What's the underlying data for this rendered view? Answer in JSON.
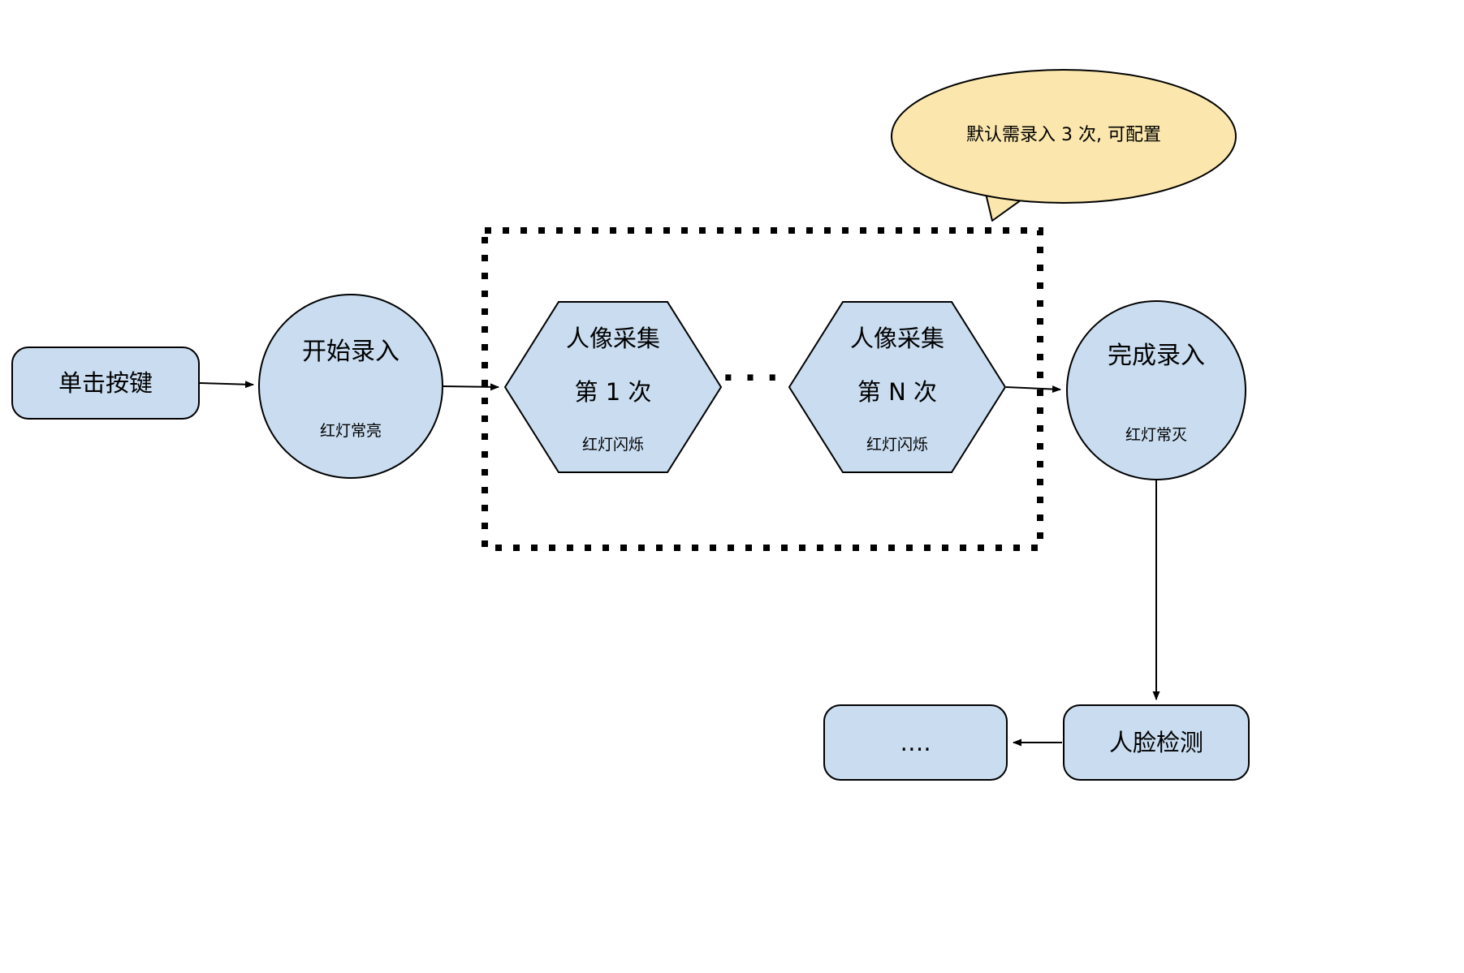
{
  "nodes": {
    "click_button": {
      "label": "单击按键"
    },
    "start": {
      "title": "开始录入",
      "subtitle": "红灯常亮"
    },
    "capture_first": {
      "line1": "人像采集",
      "line2": "第 1 次",
      "subtitle": "红灯闪烁"
    },
    "capture_nth": {
      "line1": "人像采集",
      "line2": "第 N 次",
      "subtitle": "红灯闪烁"
    },
    "finish": {
      "title": "完成录入",
      "subtitle": "红灯常灭"
    },
    "face_detect": {
      "label": "人脸检测"
    },
    "more": {
      "label": "…."
    },
    "ellipsis": "···"
  },
  "callout": {
    "text": "默认需录入 3 次, 可配置"
  },
  "colors": {
    "node_fill": "#c9dcf0",
    "callout_fill": "#fbe7ad",
    "stroke": "#000000",
    "background": "#ffffff"
  }
}
